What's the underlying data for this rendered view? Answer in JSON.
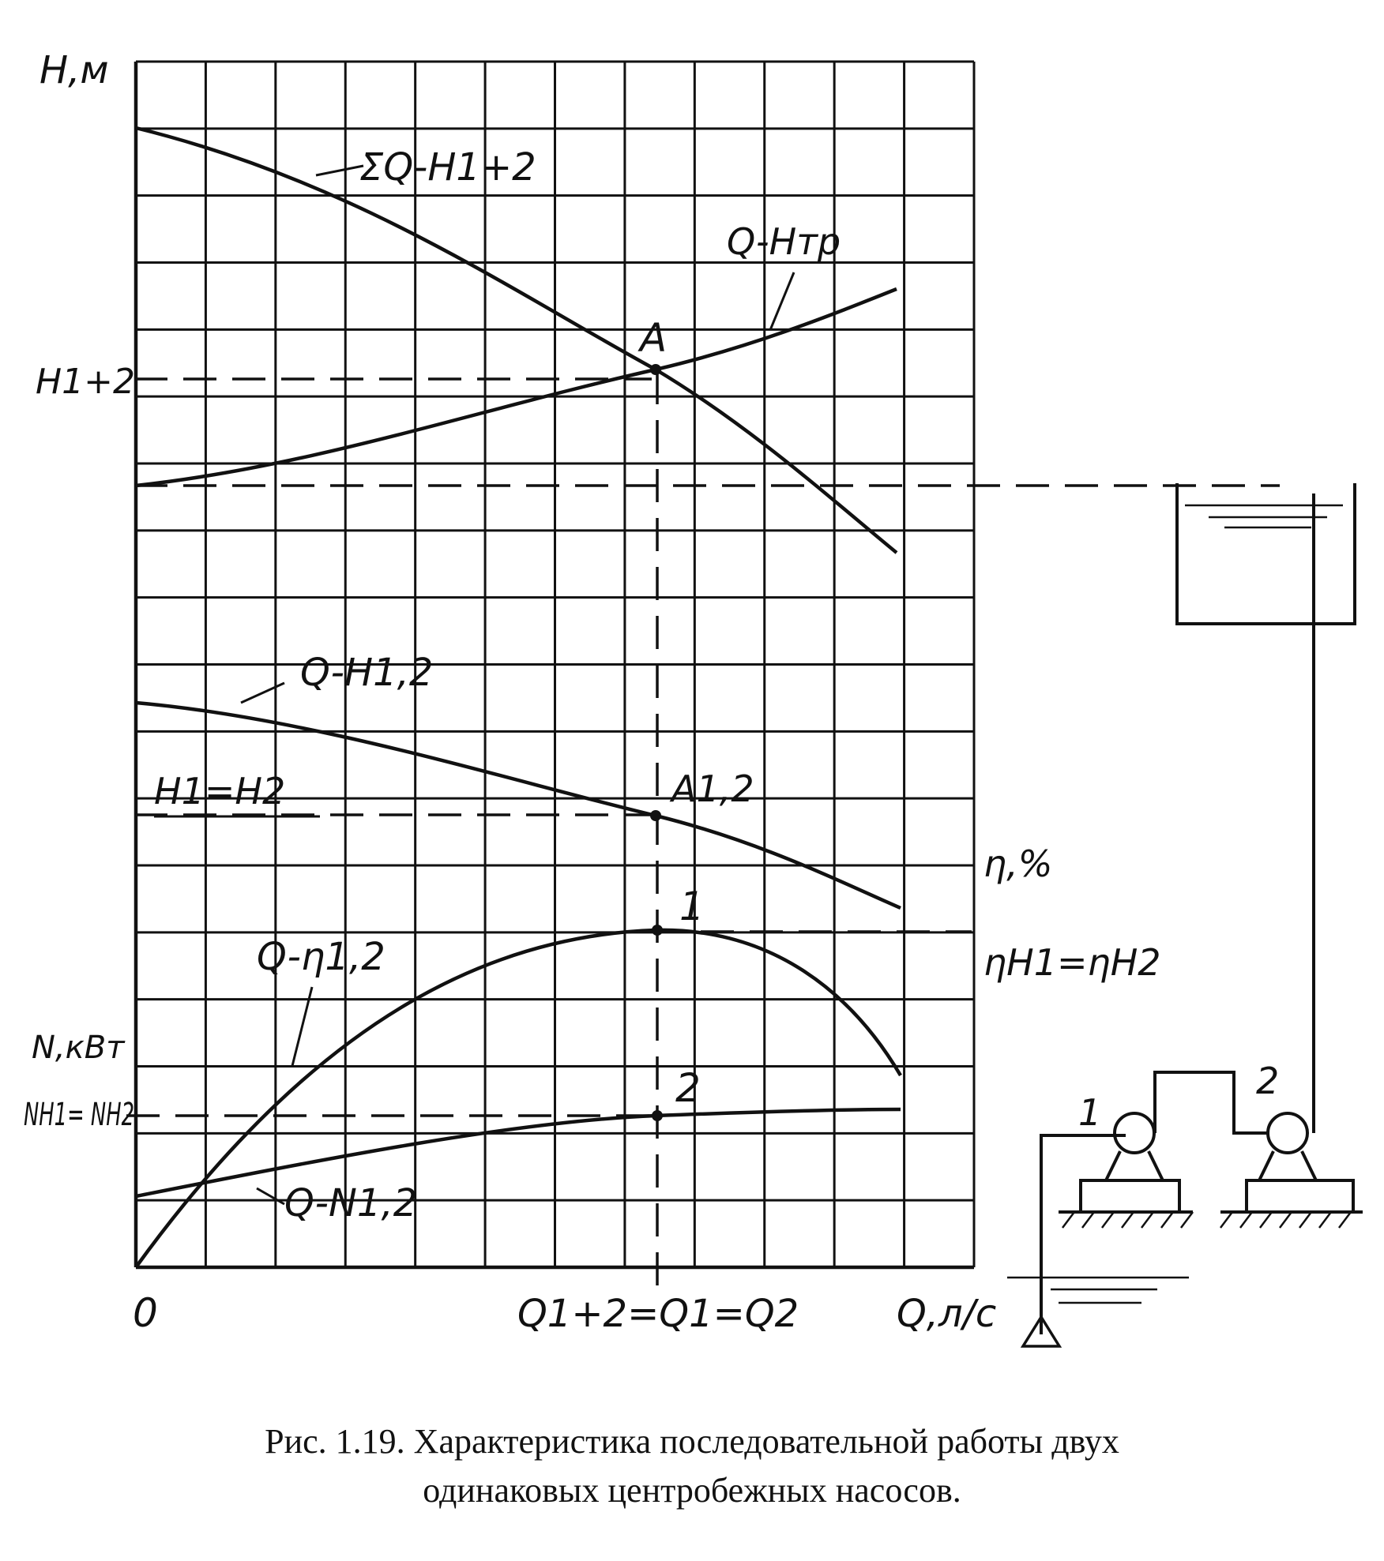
{
  "axes": {
    "y_label": "H,м",
    "x_label": "Q,л/с",
    "origin": "0",
    "n_label": "N,кВт",
    "eta_label": "η,%"
  },
  "marks": {
    "h12": "H1+2",
    "h1h2": "H1=H2",
    "n_eq": "NH1= NH2",
    "eta_eq": "ηH1=ηH2",
    "q_eq": "Q1+2=Q1=Q2"
  },
  "curves": {
    "sum_qh": "ΣQ-H1+2",
    "q_htr": "Q-Hтр",
    "q_h12": "Q-H1,2",
    "q_eta": "Q-η1,2",
    "q_n": "Q-N1,2"
  },
  "points": {
    "a": "A",
    "a12": "A1,2",
    "p1": "1",
    "p2": "2"
  },
  "scheme": {
    "pump1": "1",
    "pump2": "2"
  },
  "caption": {
    "line1": "Рис. 1.19. Характеристика последовательной работы двух",
    "line2": "одинаковых центробежных насосов."
  }
}
